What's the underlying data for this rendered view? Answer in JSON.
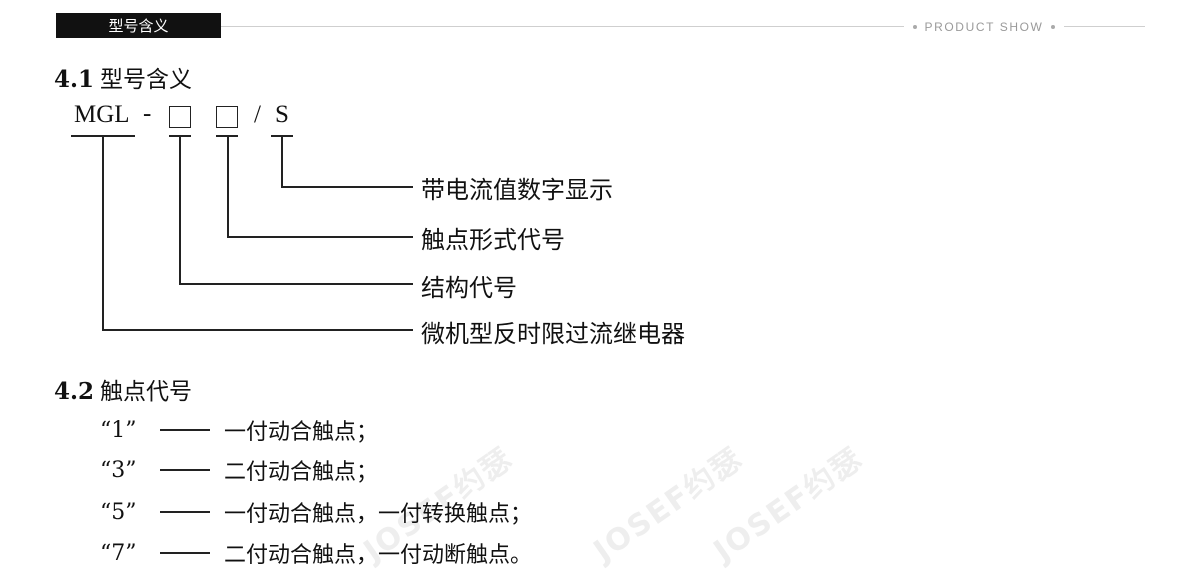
{
  "header": {
    "tab_label": "型号含义",
    "right_label": "PRODUCT SHOW"
  },
  "section1": {
    "number": "4.1",
    "title": "型号含义"
  },
  "model_code": {
    "prefix": "MGL",
    "dash": "-",
    "slash": "/",
    "suffix": "S"
  },
  "legend": [
    "带电流值数字显示",
    "触点形式代号",
    "结构代号",
    "微机型反时限过流继电器"
  ],
  "section2": {
    "number": "4.2",
    "title": "触点代号"
  },
  "contacts": [
    {
      "key": "“1”",
      "desc": "一付动合触点；"
    },
    {
      "key": "“3”",
      "desc": "二付动合触点；"
    },
    {
      "key": "“5”",
      "desc": "一付动合触点，一付转换触点；"
    },
    {
      "key": "“7”",
      "desc": "二付动合触点，一付动断触点。"
    }
  ],
  "watermark": "JOSEF约瑟"
}
